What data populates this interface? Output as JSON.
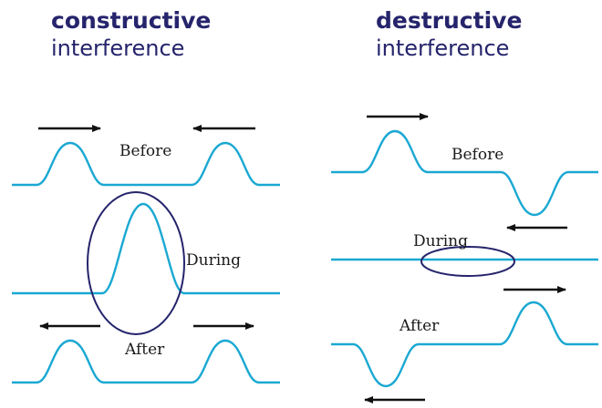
{
  "headings": {
    "left": {
      "strong": "constructive",
      "light": "interference"
    },
    "right": {
      "strong": "destructive",
      "light": "interference"
    }
  },
  "labels": {
    "left": {
      "before": "Before",
      "during": "During",
      "after": "After"
    },
    "right": {
      "before": "Before",
      "during": "During",
      "after": "After"
    }
  },
  "colors": {
    "heading": "#25246c",
    "wave": "#1aa8d2",
    "ring": "#25246c",
    "arrow": "#111111"
  }
}
